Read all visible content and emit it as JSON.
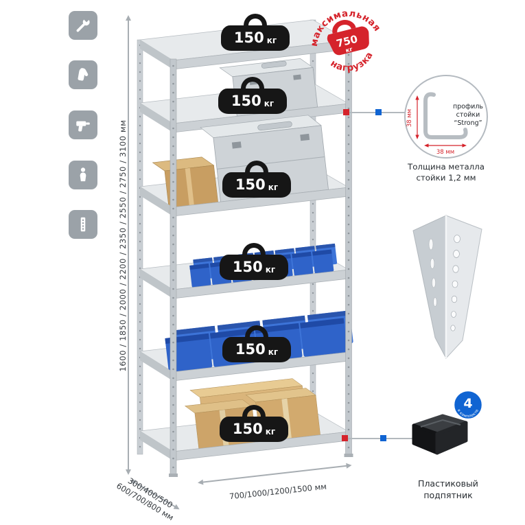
{
  "page": {
    "background": "#ffffff"
  },
  "palette": {
    "accent_red": "#d5232b",
    "accent_blue": "#1064d2",
    "tile_gray": "#9ba2a8",
    "metal_light": "#e6e9ec",
    "metal_mid": "#c7cdd2",
    "weight_black": "#161616",
    "bin_blue": "#2f63c9",
    "cardboard_tan": "#cda469",
    "dimension_gray": "#a7adb2"
  },
  "feature_tiles": {
    "icons": [
      {
        "name": "wrench"
      },
      {
        "name": "work-glove"
      },
      {
        "name": "drill"
      },
      {
        "name": "person-height"
      },
      {
        "name": "perforated-post"
      }
    ]
  },
  "rack": {
    "height_label": "1600 / 1850 / 2000 / 2200 / 2350 / 2550 / 2750 / 3100 мм",
    "depth_label_line1": "300/400/500",
    "depth_label_line2": "600/700/800 мм",
    "width_label": "700/1000/1200/1500 мм",
    "shelves": [
      {
        "load_value": "150",
        "load_unit": "кг"
      },
      {
        "load_value": "150",
        "load_unit": "кг"
      },
      {
        "load_value": "150",
        "load_unit": "кг"
      },
      {
        "load_value": "150",
        "load_unit": "кг"
      },
      {
        "load_value": "150",
        "load_unit": "кг"
      },
      {
        "load_value": "150",
        "load_unit": "кг"
      }
    ]
  },
  "max_load_stamp": {
    "arc_top": "максимальная",
    "arc_bottom": "нагрузка",
    "value": "750",
    "unit": "кг"
  },
  "profile_detail": {
    "label_line1": "профиль",
    "label_line2": "стойки",
    "label_line3": "“Strong”",
    "dim_vertical": "38 мм",
    "dim_horizontal": "38 мм",
    "caption_line1": "Толщина металла",
    "caption_line2": "стойки 1,2 мм"
  },
  "foot_detail": {
    "badge_value": "4",
    "badge_text": "в комплекте",
    "caption_line1": "Пластиковый",
    "caption_line2": "подпятник"
  }
}
